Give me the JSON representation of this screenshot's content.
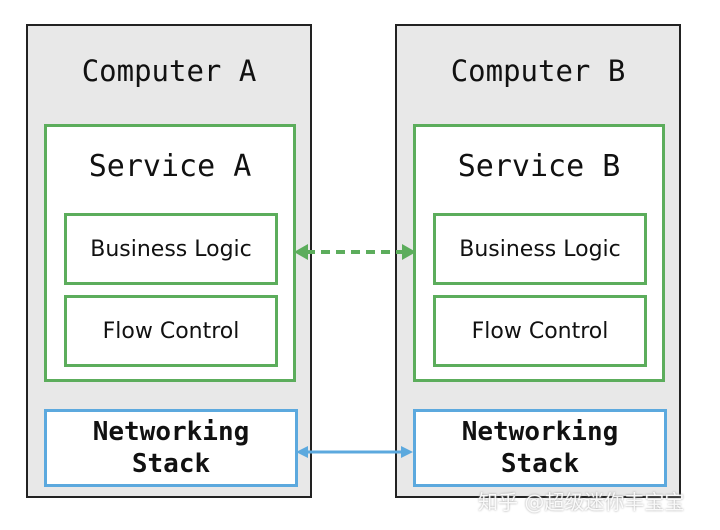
{
  "computers": [
    {
      "title": "Computer A",
      "service": {
        "title": "Service A",
        "business_logic": "Business Logic",
        "flow_control": "Flow Control"
      },
      "networking": {
        "line1": "Networking",
        "line2": "Stack"
      }
    },
    {
      "title": "Computer B",
      "service": {
        "title": "Service B",
        "business_logic": "Business Logic",
        "flow_control": "Flow Control"
      },
      "networking": {
        "line1": "Networking",
        "line2": "Stack"
      }
    }
  ],
  "colors": {
    "service_border": "#5cad5c",
    "network_border": "#5ca9de",
    "computer_bg": "#e8e8e8"
  },
  "watermark": "知乎 @超级迷你丰宝宝"
}
